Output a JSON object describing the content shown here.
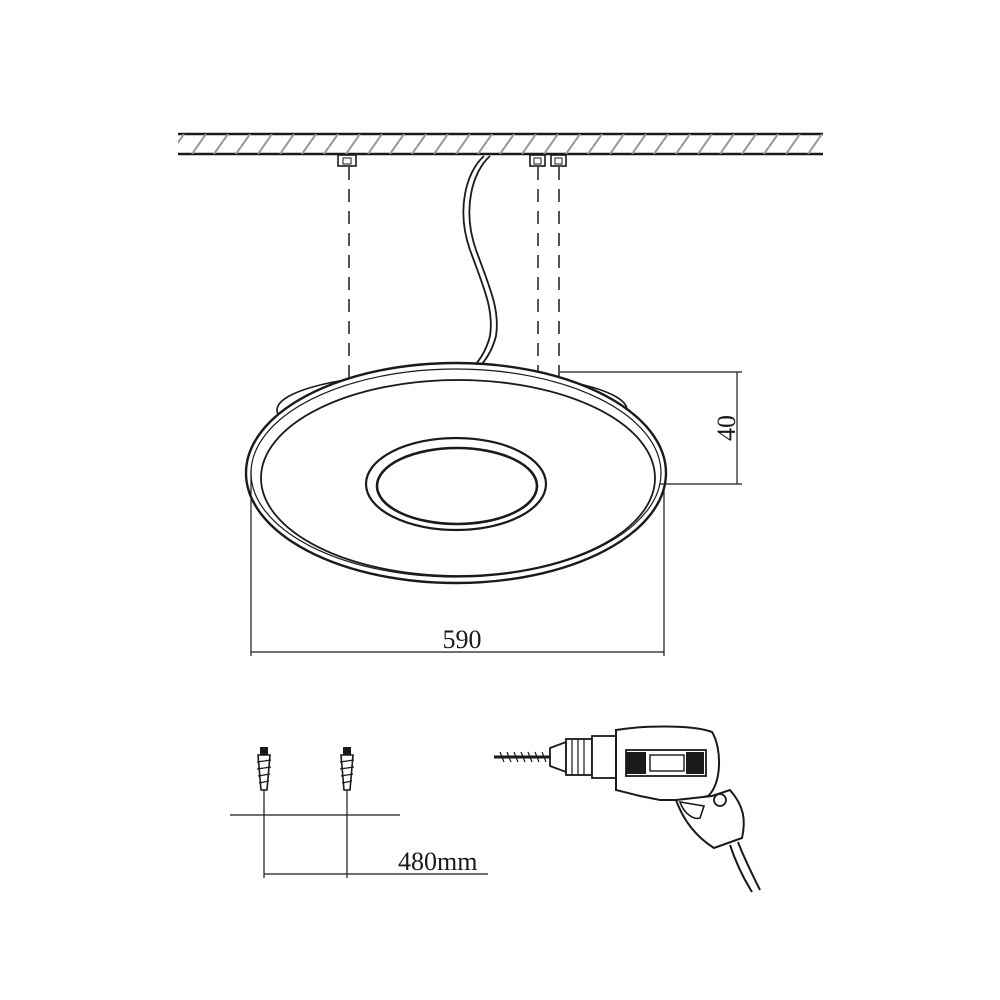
{
  "diagram": {
    "dimensions": {
      "height": "40",
      "diameter": "590",
      "hole_spacing": "480mm"
    },
    "colors": {
      "line": "#1a1a1a",
      "hatch": "#9a9a9a",
      "background": "#ffffff"
    },
    "icons": [
      "ceiling-hatch",
      "mounting-bracket-icon",
      "power-cable",
      "ceiling-lamp-icon",
      "wall-anchor-icon",
      "power-drill-icon"
    ]
  }
}
